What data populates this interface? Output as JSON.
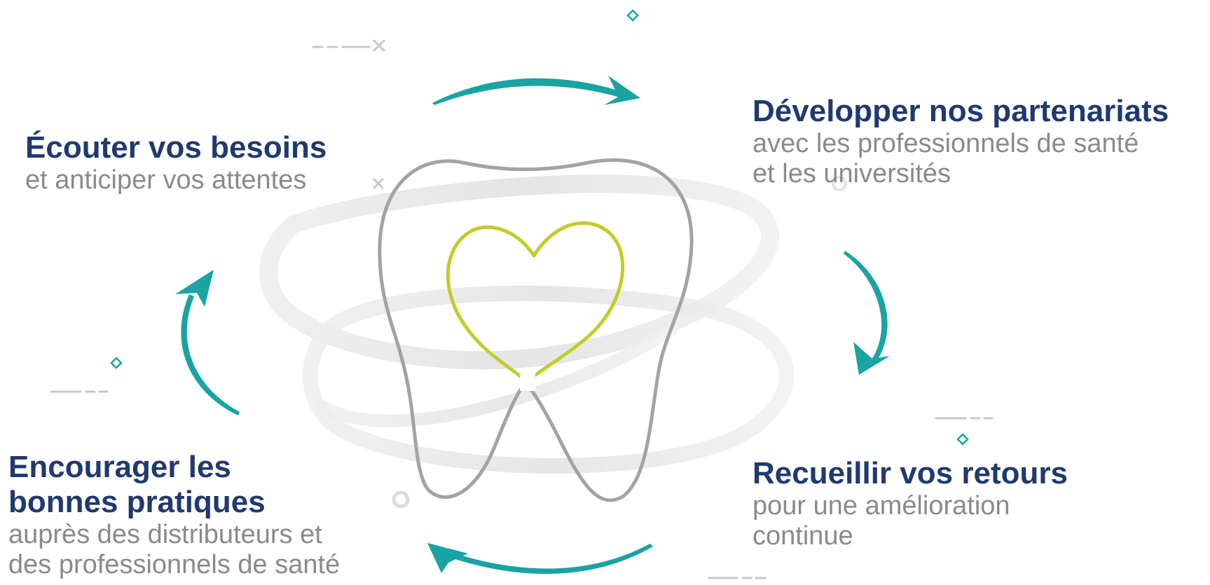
{
  "colors": {
    "title": "#1f3a6e",
    "subtitle": "#8a8a8a",
    "arrow": "#1aa3a3",
    "tooth_outline": "#a3a3a3",
    "heart": "#c3cc2a",
    "swirl": "#e4e4e4",
    "deco": "#c8c8c8"
  },
  "icons": {
    "center": "tooth-with-heart-icon",
    "cycle": "circular-arrow-icon"
  },
  "blocks": {
    "ecouter": {
      "title": [
        "Écouter vos besoins"
      ],
      "subtitle": [
        "et anticiper vos attentes"
      ]
    },
    "developper": {
      "title": [
        "Développer nos partenariats"
      ],
      "subtitle": [
        "avec les professionnels de santé",
        "et les universités"
      ]
    },
    "recueillir": {
      "title": [
        "Recueillir vos retours"
      ],
      "subtitle": [
        "pour une amélioration",
        "continue"
      ]
    },
    "encourager": {
      "title": [
        "Encourager les",
        "bonnes pratiques"
      ],
      "subtitle": [
        "auprès des distributeurs et",
        "des professionnels de santé"
      ]
    }
  }
}
